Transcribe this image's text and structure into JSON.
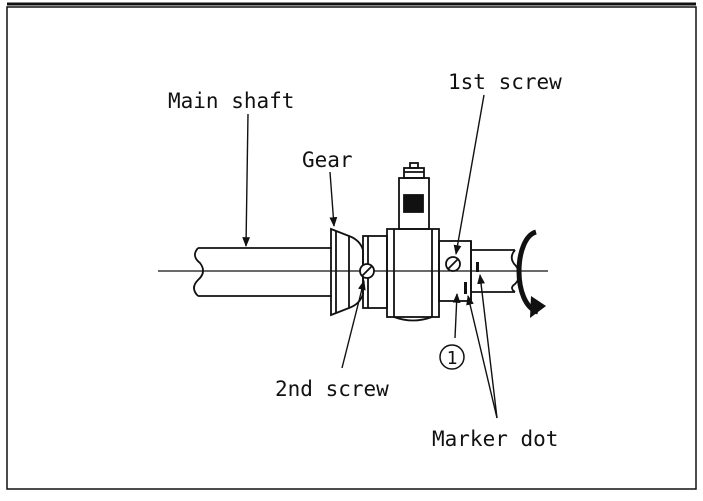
{
  "labels": {
    "main_shaft": "Main shaft",
    "gear": "Gear",
    "first_screw": "1st screw",
    "second_screw": "2nd screw",
    "part_number": "1",
    "marker_dot": "Marker dot"
  },
  "colors": {
    "ink": "#111111",
    "paper": "#ffffff"
  }
}
